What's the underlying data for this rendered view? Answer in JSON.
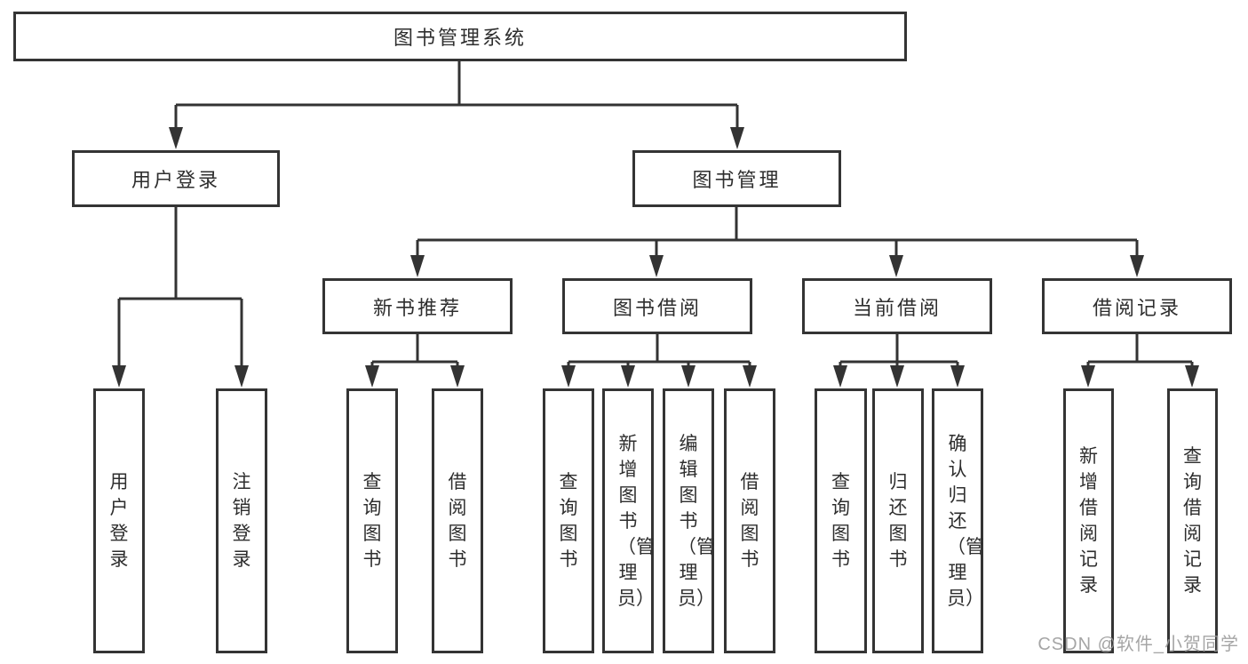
{
  "tree": {
    "root": {
      "label": "图书管理系统"
    },
    "branches": [
      {
        "label": "用户登录",
        "leaves": [
          {
            "label": "用户登录"
          },
          {
            "label": "注销登录"
          }
        ]
      },
      {
        "label": "图书管理",
        "groups": [
          {
            "label": "新书推荐",
            "leaves": [
              {
                "label": "查询图书"
              },
              {
                "label": "借阅图书"
              }
            ]
          },
          {
            "label": "图书借阅",
            "leaves": [
              {
                "label": "查询图书"
              },
              {
                "label": "新增图书（管理员）"
              },
              {
                "label": "编辑图书（管理员）"
              },
              {
                "label": "借阅图书"
              }
            ]
          },
          {
            "label": "当前借阅",
            "leaves": [
              {
                "label": "查询图书"
              },
              {
                "label": "归还图书"
              },
              {
                "label": "确认归还（管理员）"
              }
            ]
          },
          {
            "label": "借阅记录",
            "leaves": [
              {
                "label": "新增借阅记录"
              },
              {
                "label": "查询借阅记录"
              }
            ]
          }
        ]
      }
    ]
  },
  "watermark": {
    "text": "CSDN @软件_小贺同学",
    "color": "#9c9c9c"
  },
  "colors": {
    "line": "#333333",
    "text": "#2e2e2e",
    "background": "#ffffff"
  }
}
